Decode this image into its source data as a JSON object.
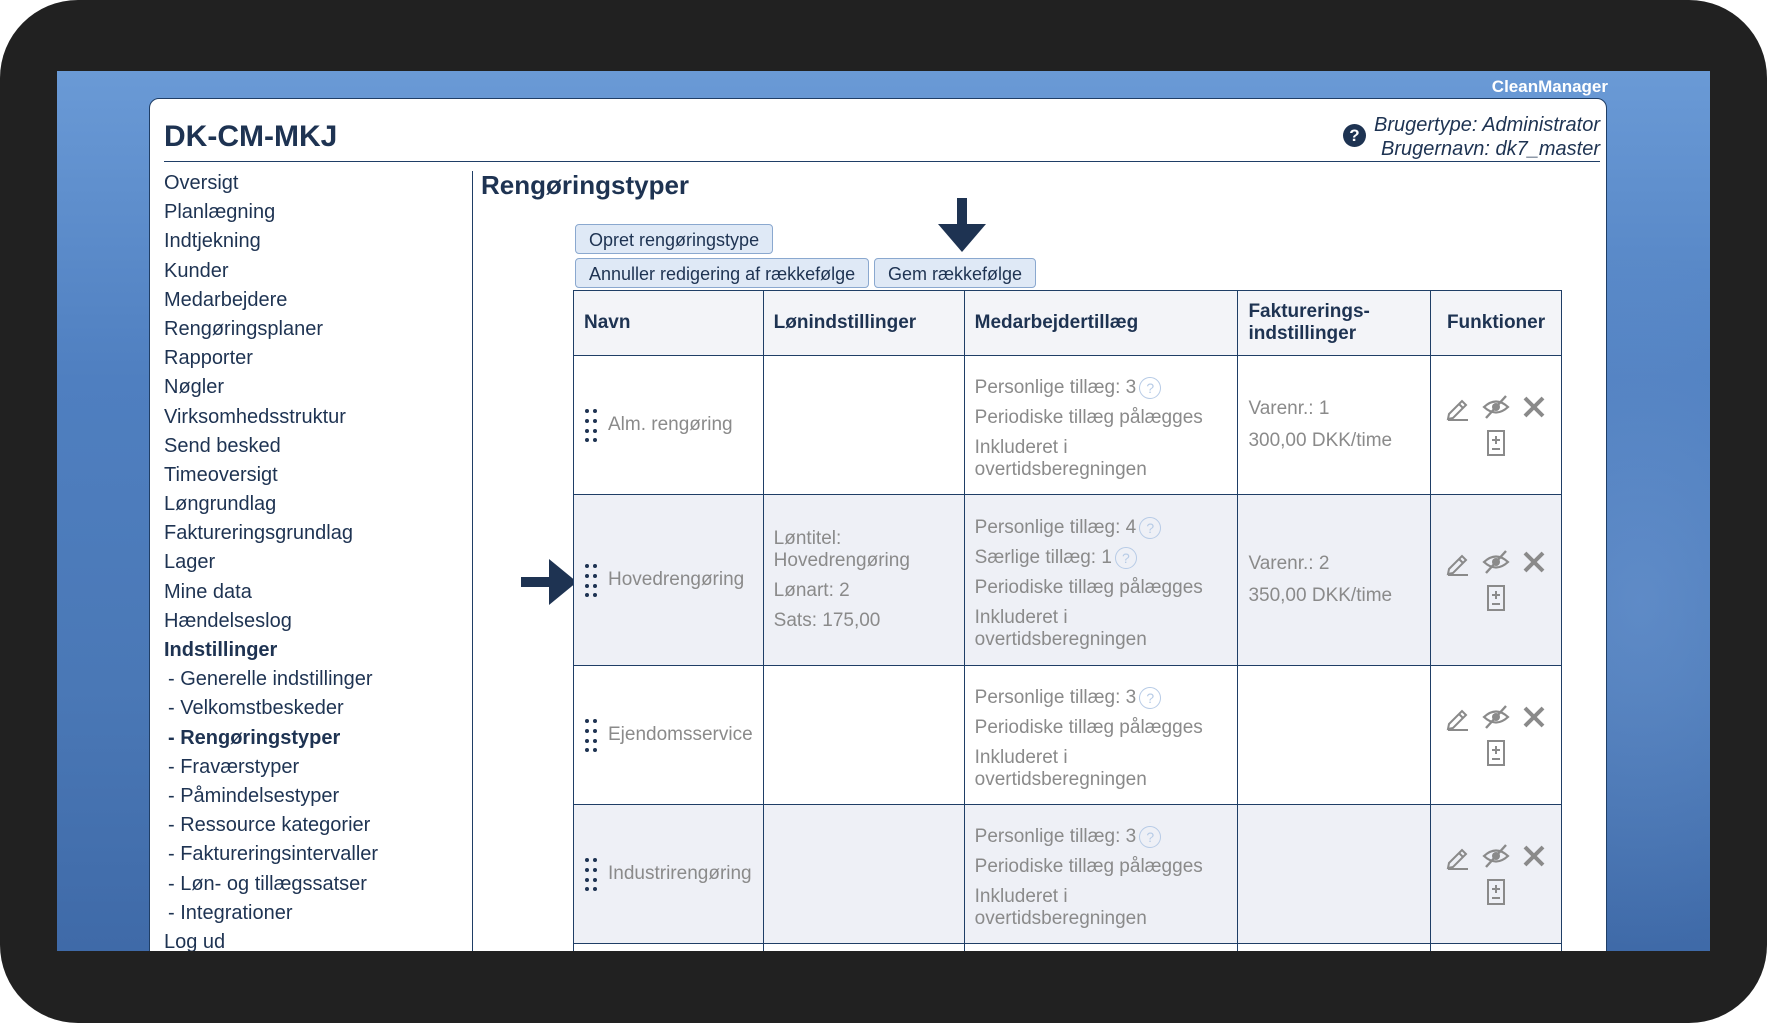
{
  "brand": "CleanManager",
  "header": {
    "company": "DK-CM-MKJ",
    "user_type": "Brugertype: Administrator",
    "user_name": "Brugernavn: dk7_master",
    "help_symbol": "?"
  },
  "sidebar": {
    "items": [
      {
        "label": "Oversigt"
      },
      {
        "label": "Planlægning"
      },
      {
        "label": "Indtjekning"
      },
      {
        "label": "Kunder"
      },
      {
        "label": "Medarbejdere"
      },
      {
        "label": "Rengøringsplaner"
      },
      {
        "label": "Rapporter"
      },
      {
        "label": "Nøgler"
      },
      {
        "label": "Virksomhedsstruktur"
      },
      {
        "label": "Send besked"
      },
      {
        "label": "Timeoversigt"
      },
      {
        "label": "Løngrundlag"
      },
      {
        "label": "Faktureringsgrundlag"
      },
      {
        "label": "Lager"
      },
      {
        "label": "Mine data"
      },
      {
        "label": "Hændelseslog"
      },
      {
        "label": "Indstillinger"
      },
      {
        "label": "- Generelle indstillinger"
      },
      {
        "label": "- Velkomstbeskeder"
      },
      {
        "label": "- Rengøringstyper"
      },
      {
        "label": "- Fraværstyper"
      },
      {
        "label": "- Påmindelsestyper"
      },
      {
        "label": "- Ressource kategorier"
      },
      {
        "label": "- Faktureringsintervaller"
      },
      {
        "label": "- Løn- og tillægssatser"
      },
      {
        "label": "- Integrationer"
      },
      {
        "label": "Log ud"
      }
    ]
  },
  "main": {
    "title": "Rengøringstyper",
    "buttons": {
      "create": "Opret rengøringstype",
      "cancel_order": "Annuller redigering af rækkefølge",
      "save_order": "Gem rækkefølge"
    },
    "table": {
      "headers": {
        "name": "Navn",
        "wage": "Lønindstillinger",
        "supplements": "Medarbejdertillæg",
        "billing": "Fakturerings-indstillinger",
        "functions": "Funktioner"
      },
      "rows": [
        {
          "name": "Alm. rengøring",
          "wage": {
            "title": "",
            "type": "",
            "rate": ""
          },
          "supp": {
            "personal": "Personlige tillæg: 3",
            "special": "",
            "periodic": "Periodiske tillæg pålægges",
            "incl1": "Inkluderet i",
            "incl2": "overtidsberegningen"
          },
          "billing": {
            "item": "Varenr.: 1",
            "price": "300,00 DKK/time"
          }
        },
        {
          "name": "Hovedrengøring",
          "wage": {
            "title": "Løntitel: Hovedrengøring",
            "type": "Lønart: 2",
            "rate": "Sats: 175,00"
          },
          "supp": {
            "personal": "Personlige tillæg: 4",
            "special": "Særlige tillæg: 1",
            "periodic": "Periodiske tillæg pålægges",
            "incl1": "Inkluderet i",
            "incl2": "overtidsberegningen"
          },
          "billing": {
            "item": "Varenr.: 2",
            "price": "350,00 DKK/time"
          }
        },
        {
          "name": "Ejendomsservice",
          "wage": {
            "title": "",
            "type": "",
            "rate": ""
          },
          "supp": {
            "personal": "Personlige tillæg: 3",
            "special": "",
            "periodic": "Periodiske tillæg pålægges",
            "incl1": "Inkluderet i",
            "incl2": "overtidsberegningen"
          },
          "billing": {
            "item": "",
            "price": ""
          }
        },
        {
          "name": "Industrirengøring",
          "wage": {
            "title": "",
            "type": "",
            "rate": ""
          },
          "supp": {
            "personal": "Personlige tillæg: 3",
            "special": "",
            "periodic": "Periodiske tillæg pålægges",
            "incl1": "Inkluderet i",
            "incl2": "overtidsberegningen"
          },
          "billing": {
            "item": "",
            "price": ""
          }
        }
      ]
    }
  },
  "colors": {
    "navy": "#1e3352",
    "row_alt": "#eef0f6",
    "muted_text": "#8a8a8a",
    "button_bg": "#dfe9f6"
  }
}
